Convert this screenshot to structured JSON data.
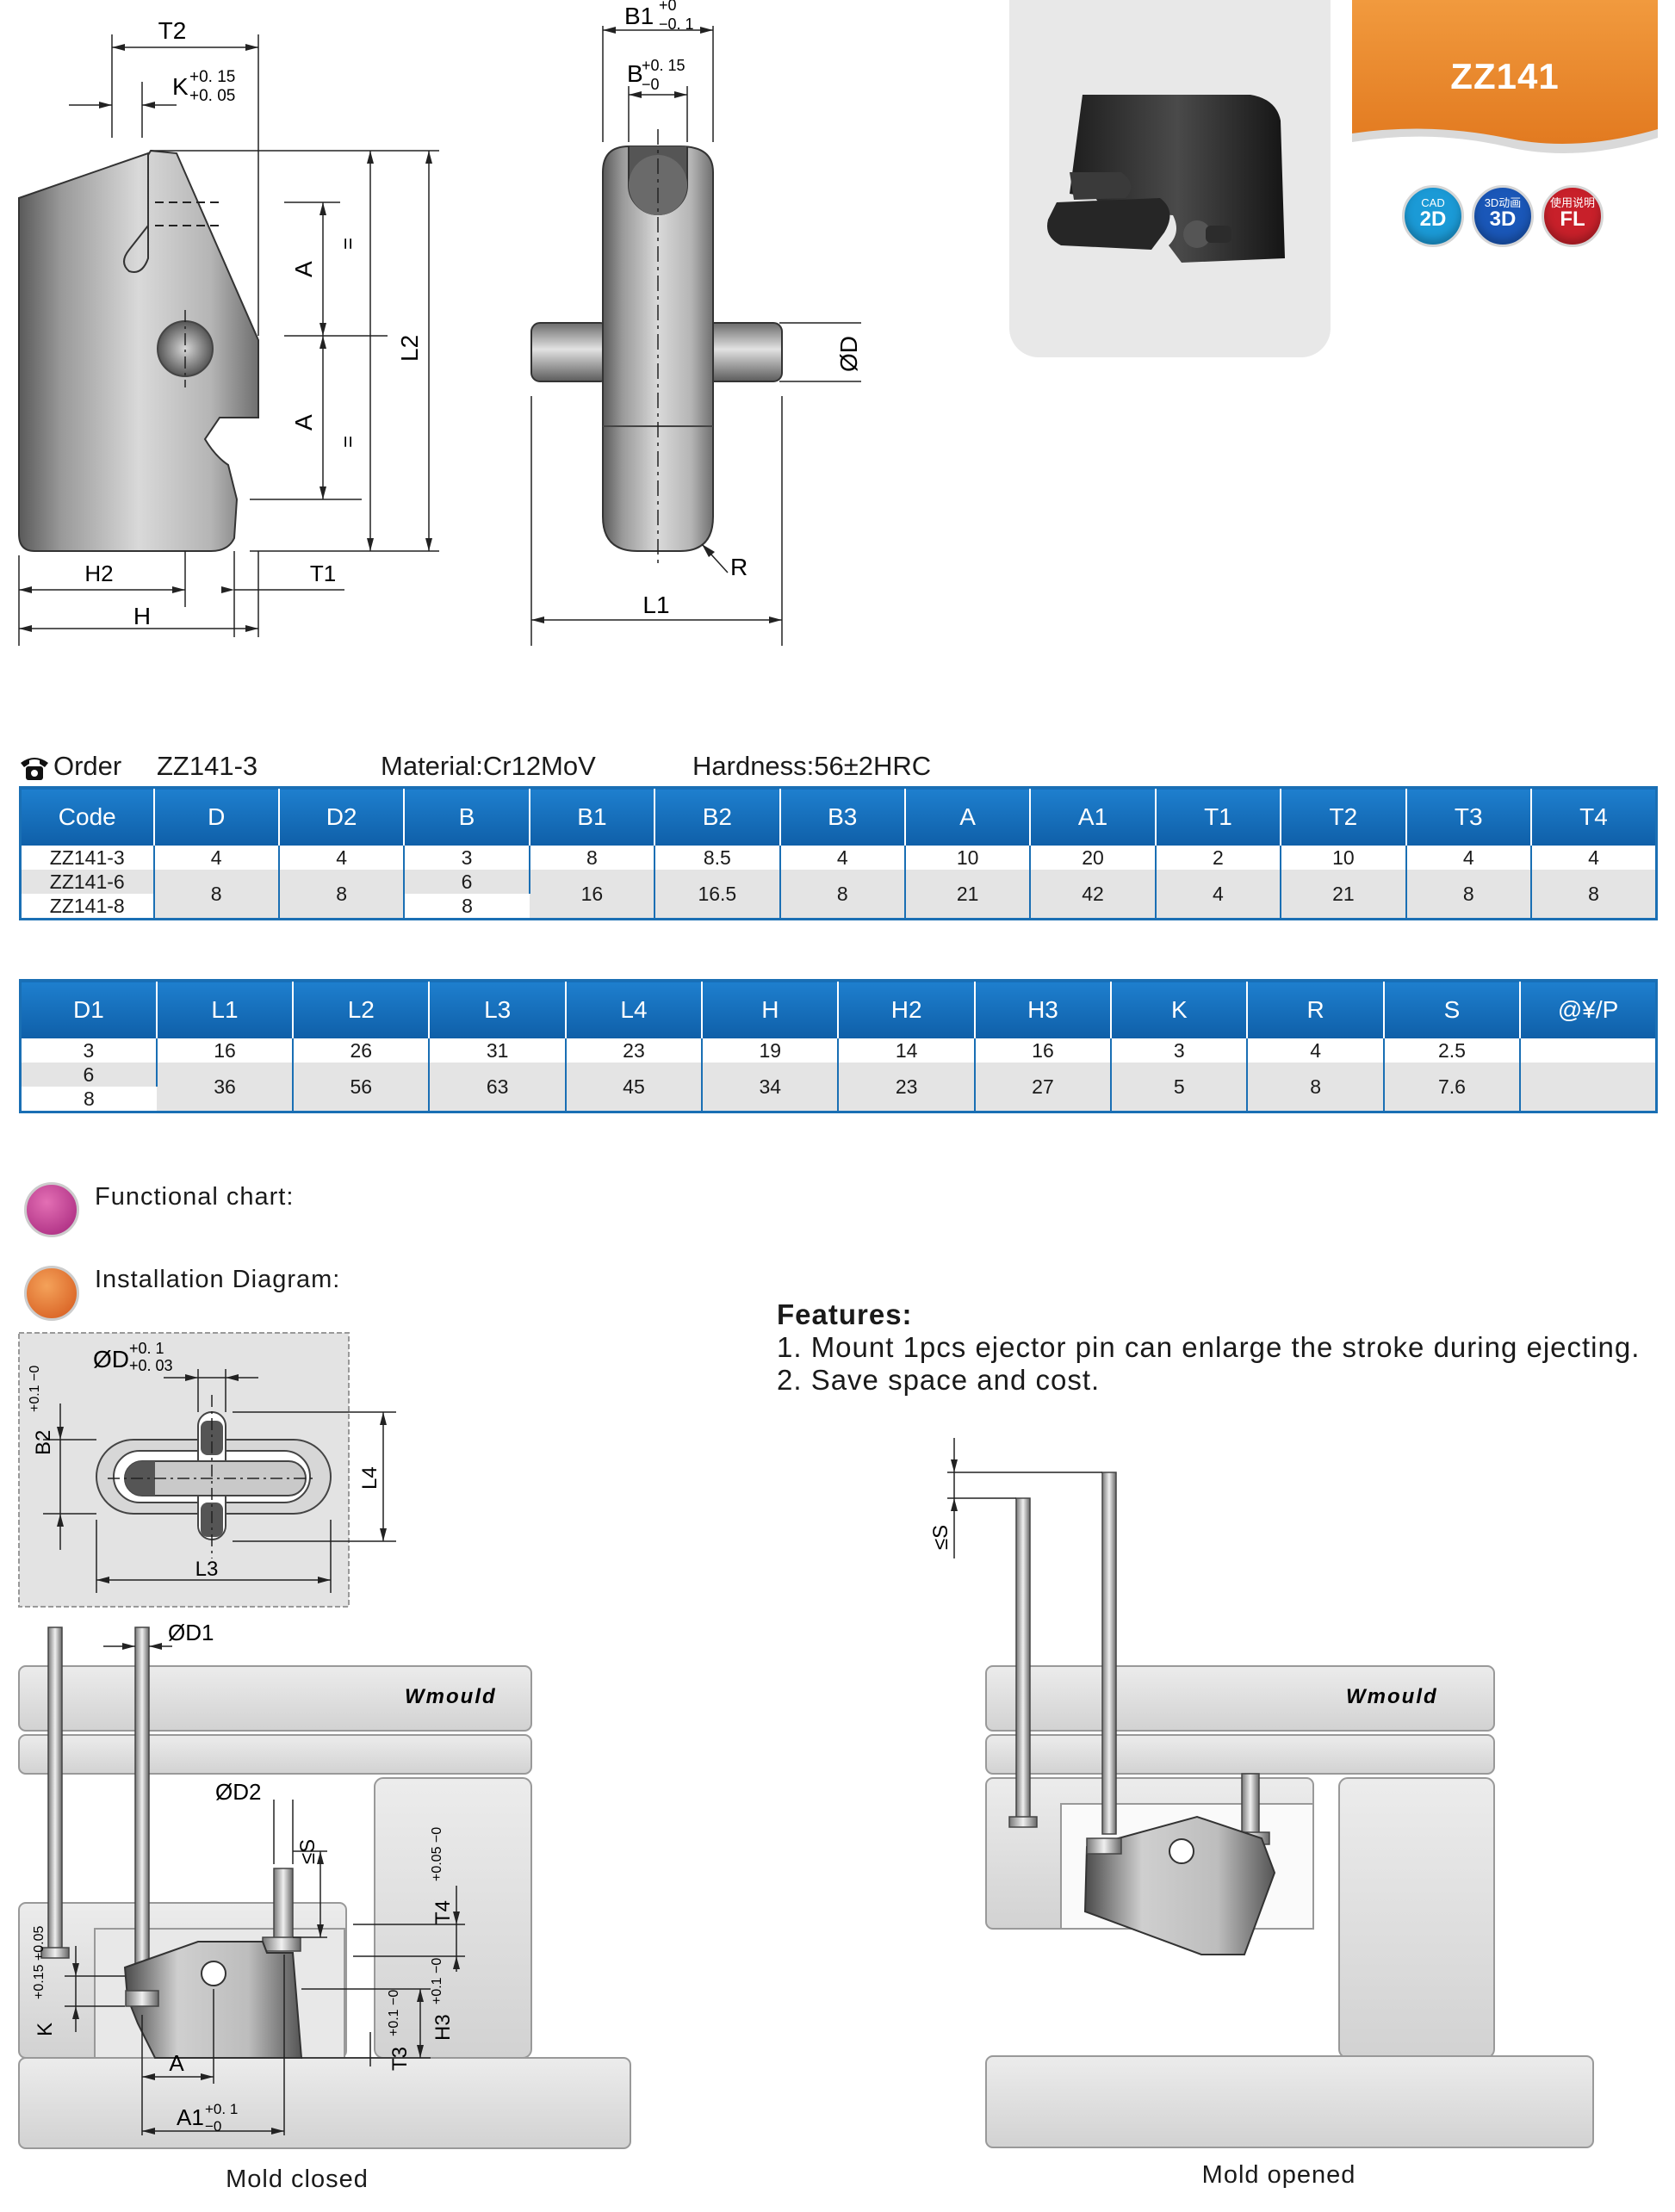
{
  "product": {
    "code": "ZZ141",
    "badges": [
      {
        "small": "CAD",
        "big": "2D",
        "color": "#1b9ad6"
      },
      {
        "small": "3D动画",
        "big": "3D",
        "color": "#1a57b8"
      },
      {
        "small": "使用说明",
        "big": "FL",
        "color": "#c8202a"
      }
    ],
    "banner_color": "#e8832a"
  },
  "top_drawing_labels": {
    "T2": "T2",
    "K": "K",
    "K_tol_upper": "+0. 15",
    "K_tol_lower": "+0. 05",
    "A": "A",
    "eq": "=",
    "L2": "L2",
    "H2": "H2",
    "T1": "T1",
    "H": "H",
    "B1": "B1",
    "B1_tol_upper": "+0",
    "B1_tol_lower": "−0. 1",
    "B": "B",
    "B_tol_upper": "+0. 15",
    "B_tol_lower": "−0",
    "D": "ØD",
    "R": "R",
    "L1": "L1"
  },
  "order": {
    "label": "Order",
    "code": "ZZ141-3",
    "material": "Material:Cr12MoV",
    "hardness": "Hardness:56±2HRC"
  },
  "table1": {
    "headers": [
      "Code",
      "D",
      "D2",
      "B",
      "B1",
      "B2",
      "B3",
      "A",
      "A1",
      "T1",
      "T2",
      "T3",
      "T4"
    ],
    "row1": [
      "ZZ141-3",
      "4",
      "4",
      "3",
      "8",
      "8.5",
      "4",
      "10",
      "20",
      "2",
      "10",
      "4",
      "4"
    ],
    "row2_code": "ZZ141-6",
    "row3_code": "ZZ141-8",
    "row2_B": "6",
    "row3_B": "8",
    "merged": [
      "8",
      "8",
      "16",
      "16.5",
      "8",
      "21",
      "42",
      "4",
      "21",
      "8",
      "8"
    ]
  },
  "table2": {
    "headers": [
      "D1",
      "L1",
      "L2",
      "L3",
      "L4",
      "H",
      "H2",
      "H3",
      "K",
      "R",
      "S",
      "@¥/P"
    ],
    "row1": [
      "3",
      "16",
      "26",
      "31",
      "23",
      "19",
      "14",
      "16",
      "3",
      "4",
      "2.5",
      ""
    ],
    "row2_D1": "6",
    "row3_D1": "8",
    "merged": [
      "36",
      "56",
      "63",
      "45",
      "34",
      "23",
      "27",
      "5",
      "8",
      "7.6",
      ""
    ]
  },
  "sections": {
    "functional": "Functional chart:",
    "installation": "Installation Diagram:"
  },
  "features": {
    "title": "Features:",
    "items": [
      "1. Mount 1pcs ejector pin can enlarge the stroke during ejecting.",
      "2. Save space and cost."
    ]
  },
  "install_labels": {
    "D": "ØD",
    "D_tol_upper": "+0. 1",
    "D_tol_lower": "+0. 03",
    "B2": "B2",
    "B2_tol": "+0.1 −0",
    "L4": "L4",
    "L3": "L3",
    "D1": "ØD1",
    "D2": "ØD2",
    "S": "≤S",
    "K": "K",
    "K_tol": "+0.15 +0.05",
    "T4": "T4",
    "T4_tol": "+0.05 −0",
    "T3": "T3",
    "T3_tol": "+0.1 −0",
    "H3": "H3",
    "H3_tol": "+0.1 −0",
    "A": "A",
    "A1": "A1",
    "A1_tol_upper": "+0. 1",
    "A1_tol_lower": "−0",
    "brand": "Wmould"
  },
  "captions": {
    "closed": "Mold closed",
    "opened": "Mold opened"
  }
}
